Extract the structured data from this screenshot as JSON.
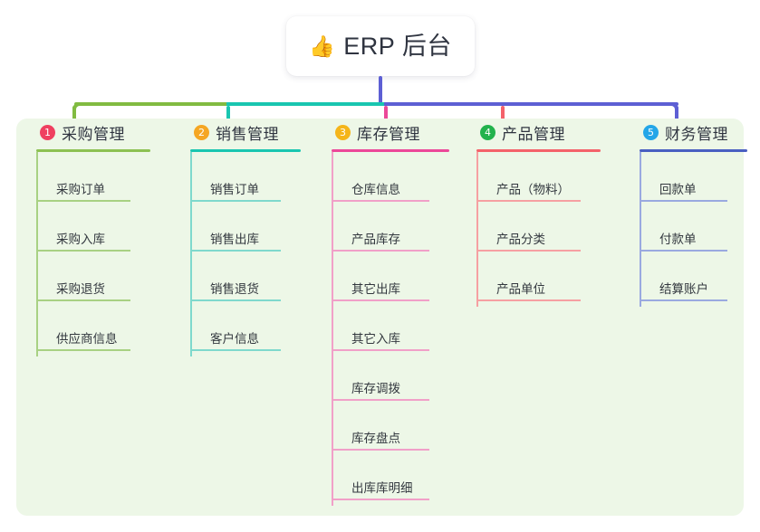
{
  "root": {
    "emoji": "👍",
    "emoji_name": "thumbs-up-icon",
    "title": "ERP 后台"
  },
  "colors": {
    "panel_bg": "#edf7e7",
    "page_bg": "#ffffff",
    "trunk": "#5d5fd4",
    "green": "#81bb41",
    "teal": "#19c6b0",
    "pink": "#ec4899",
    "red": "#f4626a",
    "blue": "#5d5fd4",
    "text": "#2f3440"
  },
  "columns": [
    {
      "number": "1",
      "title": "采购管理",
      "badge_color": "#ef4060",
      "line_color": "#8cc152",
      "rule_color": "#8cc152",
      "item_rule_color": "#a8d183",
      "width": 126,
      "items": [
        {
          "label": "采购订单"
        },
        {
          "label": "采购入库"
        },
        {
          "label": "采购退货"
        },
        {
          "label": "供应商信息"
        }
      ]
    },
    {
      "number": "2",
      "title": "销售管理",
      "badge_color": "#f5a623",
      "line_color": "#19c6b0",
      "rule_color": "#19c6b0",
      "item_rule_color": "#7fd9cd",
      "width": 122,
      "items": [
        {
          "label": "销售订单"
        },
        {
          "label": "销售出库"
        },
        {
          "label": "销售退货"
        },
        {
          "label": "客户信息"
        }
      ]
    },
    {
      "number": "3",
      "title": "库存管理",
      "badge_color": "#f5b51a",
      "line_color": "#ec4899",
      "rule_color": "#ec4899",
      "item_rule_color": "#f1a0c8",
      "width": 130,
      "items": [
        {
          "label": "仓库信息"
        },
        {
          "label": "产品库存"
        },
        {
          "label": "其它出库"
        },
        {
          "label": "其它入库"
        },
        {
          "label": "库存调拨"
        },
        {
          "label": "库存盘点"
        },
        {
          "label": "出库库明细"
        }
      ]
    },
    {
      "number": "4",
      "title": "产品管理",
      "badge_color": "#22b24c",
      "line_color": "#f4626a",
      "rule_color": "#f4626a",
      "item_rule_color": "#f6a0a2",
      "width": 137,
      "items": [
        {
          "label": "产品（物料）"
        },
        {
          "label": "产品分类"
        },
        {
          "label": "产品单位"
        }
      ]
    },
    {
      "number": "5",
      "title": "财务管理",
      "badge_color": "#23a6e8",
      "line_color": "#5d6fd4",
      "rule_color": "#4a5fc1",
      "item_rule_color": "#9aa9e0",
      "width": 119,
      "items": [
        {
          "label": "回款单"
        },
        {
          "label": "付款单"
        },
        {
          "label": "结算账户"
        }
      ]
    }
  ]
}
